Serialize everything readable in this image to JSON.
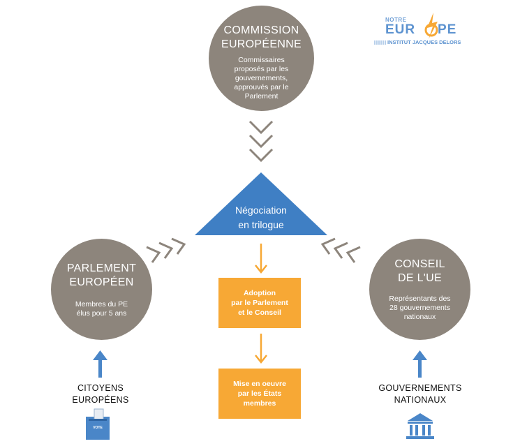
{
  "logo": {
    "line1": "NOTRE",
    "line2a": "EUR",
    "line2b": "PE",
    "line3": "INSTITUT JACQUES DELORS"
  },
  "commission": {
    "title_line1": "COMMISSION",
    "title_line2": "EUROPÉENNE",
    "desc": [
      "Commissaires",
      "proposés par les",
      "gouvernements,",
      "approuvés par le",
      "Parlement"
    ]
  },
  "trilogue": {
    "line1": "Négociation",
    "line2": "en trilogue"
  },
  "parlement": {
    "title_line1": "PARLEMENT",
    "title_line2": "EUROPÉEN",
    "desc": [
      "Membres du PE",
      "élus pour 5 ans"
    ]
  },
  "conseil": {
    "title_line1": "CONSEIL",
    "title_line2": "DE L'UE",
    "desc": [
      "Représentants des",
      "28 gouvernements",
      "nationaux"
    ]
  },
  "adoption": {
    "lines": [
      "Adoption",
      "par le Parlement",
      "et le Conseil"
    ]
  },
  "mise_en_oeuvre": {
    "lines": [
      "Mise en oeuvre",
      "par les États",
      "membres"
    ]
  },
  "citoyens": {
    "line1": "CITOYENS",
    "line2": "EUROPÉENS",
    "ballot_label": "VOTE"
  },
  "gouvernements": {
    "line1": "GOUVERNEMENTS",
    "line2": "NATIONAUX"
  },
  "colors": {
    "circle": "#8d857c",
    "triangle": "#3f7fc4",
    "orange": "#f7a835",
    "blue_arrow": "#4a86c8",
    "chevron": "#8d857c"
  }
}
